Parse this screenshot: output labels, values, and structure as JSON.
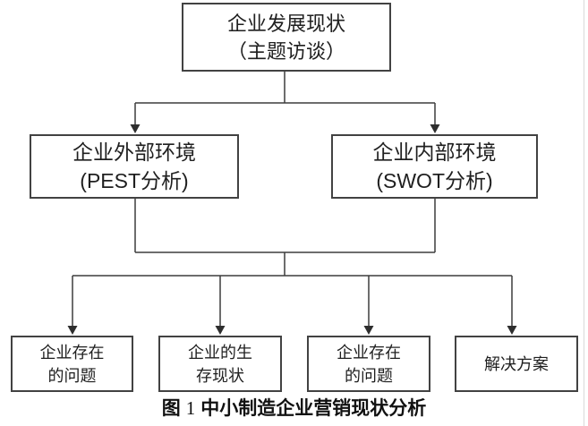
{
  "diagram": {
    "nodes": {
      "root": {
        "line1": "企业发展现状",
        "line2": "（主题访谈）"
      },
      "external": {
        "line1": "企业外部环境",
        "line2": "(PEST分析)"
      },
      "internal": {
        "line1": "企业内部环境",
        "line2": "(SWOT分析)"
      },
      "bottom1": {
        "line1": "企业存在",
        "line2": "的问题"
      },
      "bottom2": {
        "line1": "企业的生",
        "line2": "存现状"
      },
      "bottom3": {
        "line1": "企业存在",
        "line2": "的问题"
      },
      "bottom4": {
        "line1": "解决方案",
        "line2": ""
      }
    },
    "caption": {
      "prefix": "图",
      "number": "1",
      "text": "中小制造企业营销现状分析"
    },
    "colors": {
      "line": "#3d3d3d",
      "box_border": "#424242",
      "text": "#1f1f1f",
      "faint_edge": "#d9d9d9",
      "background": "#ffffff"
    }
  }
}
